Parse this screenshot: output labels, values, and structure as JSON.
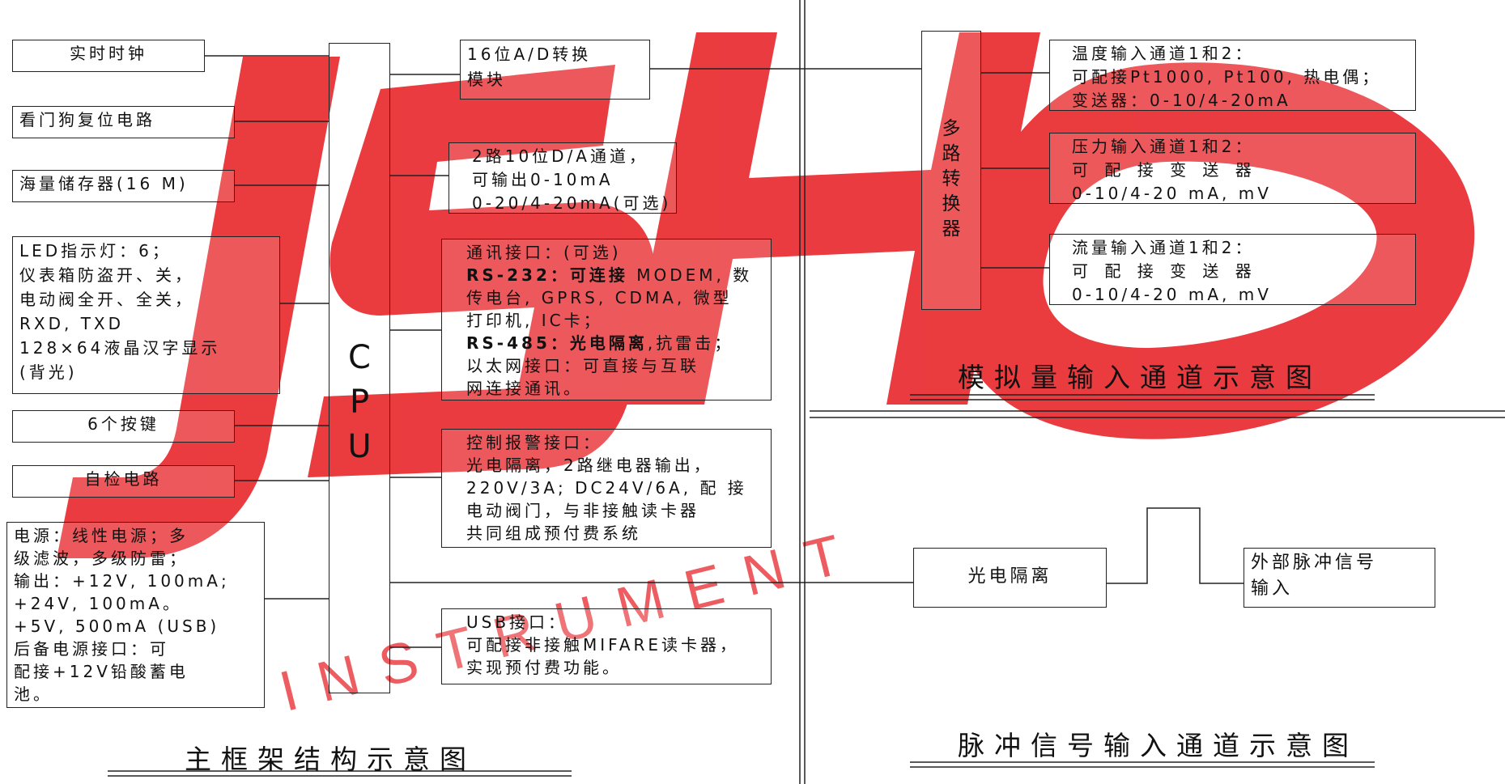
{
  "watermark": {
    "text": "INSTRUMENT",
    "color": "#e8262b"
  },
  "main_frame": {
    "cpu_label": [
      "C",
      "P",
      "U"
    ],
    "left_modules": {
      "rtc": "实时时钟",
      "watchdog": "看门狗复位电路",
      "storage": "海量储存器(16 M)",
      "led": [
        "LED指示灯：6；",
        "仪表箱防盗开、关，",
        "电动阀全开、全关，",
        "RXD, TXD",
        "128×64液晶汉字显示",
        "(背光)"
      ],
      "keys": "6个按键",
      "selftest": "自检电路",
      "power": [
        "电源：线性电源；多",
        "级滤波，多级防雷；",
        "输出：+12V, 100mA;",
        "+24V, 100mA。",
        "+5V, 500mA (USB)",
        "后备电源接口：可",
        "配接+12V铅酸蓄电",
        "池。"
      ]
    },
    "right_modules": {
      "adc": [
        "16位A/D转换",
        "模块"
      ],
      "dac": [
        "2路10位D/A通道，",
        "可输出0-10mA",
        "0-20/4-20mA(可选)"
      ],
      "comm": {
        "line1": "通讯接口：(可选)",
        "rs232_bold": "RS-232：可连接",
        "rs232_rest": "MODEM, 数",
        "line3": "传电台, GPRS, CDMA, 微型",
        "line4": "打印机, IC卡；",
        "rs485_bold": "RS-485：光电隔离",
        "rs485_rest": ",抗雷击；",
        "line6": "以太网接口：可直接与互联",
        "line7": "网连接通讯。"
      },
      "alarm": [
        "控制报警接口：",
        "光电隔离，2路继电器输出，",
        "220V/3A; DC24V/6A, 配 接",
        "电动阀门，与非接触读卡器",
        "共同组成预付费系统"
      ],
      "usb": [
        "USB接口：",
        "可配接非接触MIFARE读卡器，",
        "实现预付费功能。"
      ]
    },
    "title": "主框架结构示意图"
  },
  "analog_input": {
    "mux": [
      "多",
      "路",
      "转",
      "换",
      "器"
    ],
    "channels": {
      "temperature": [
        "温度输入通道1和2：",
        "可配接Pt1000, Pt100, 热电偶；",
        "变送器：0-10/4-20mA"
      ],
      "pressure": [
        "压力输入通道1和2：",
        "可 配 接 变 送 器",
        "0-10/4-20 mA,  mV"
      ],
      "flow": [
        "流量输入通道1和2：",
        "可 配 接 变 送 器",
        "0-10/4-20 mA, mV"
      ]
    },
    "title": "模拟量输入通道示意图"
  },
  "pulse_input": {
    "isolation": "光电隔离",
    "external": [
      "外部脉冲信号",
      "输入"
    ],
    "title": "脉冲信号输入通道示意图"
  }
}
